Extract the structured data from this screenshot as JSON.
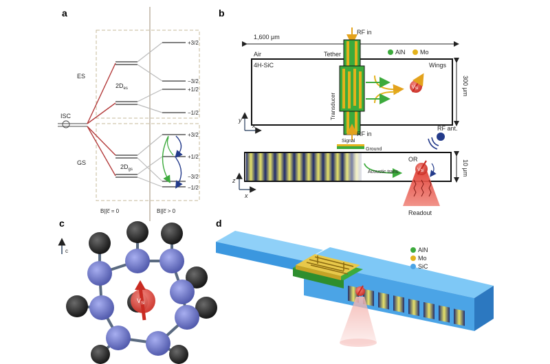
{
  "panels": {
    "a": "a",
    "b": "b",
    "c": "c",
    "d": "d"
  },
  "colors": {
    "aln_green": "#3caa3c",
    "mo_yellow": "#e3b21c",
    "sic_blue": "#4ba4e6",
    "spin_red": "#e23a2e",
    "atom_black": "#1e1e1e",
    "atom_blue": "#6e76c8",
    "level_red": "#b33a3a"
  },
  "panel_a": {
    "es": "ES",
    "gs": "GS",
    "isc": "ISC",
    "d_es": "2D",
    "d_es_sub": "es",
    "d_gs": "2D",
    "d_gs_sub": "gs",
    "b_zero": "B||c̅ = 0",
    "b_pos": "B||c̅ > 0",
    "es_levels": [
      "+3/2",
      "−3/2",
      "+1/2",
      "−1/2"
    ],
    "gs_levels": [
      "+3/2",
      "+1/2",
      "−3/2",
      "−1/2"
    ]
  },
  "panel_b": {
    "dim_length": "1,600 μm",
    "rf_in_top": "RF in",
    "rf_in_bottom": "RF in",
    "air": "Air",
    "substrate": "4H-SiC",
    "tether": "Tether",
    "wings": "Wings",
    "dim_width": "300 μm",
    "transducer": "Transducer",
    "legend": [
      "AlN",
      "Mo"
    ],
    "axis_y": "y",
    "axis_x_top": "x",
    "signal": "Signal",
    "ground": "Ground",
    "rf_ant": "RF ant.",
    "or": "OR",
    "acoustic": "Acoustic trans.",
    "dim_depth": "10 μm",
    "axis_z": "z",
    "axis_x_bottom": "x",
    "readout": "Readout",
    "vsi": "V",
    "vsi_sub": "Si"
  },
  "panel_c": {
    "axis_c": "c",
    "vsi": "V",
    "vsi_sub": "Si"
  },
  "panel_d": {
    "legend": [
      "AlN",
      "Mo",
      "SiC"
    ]
  }
}
